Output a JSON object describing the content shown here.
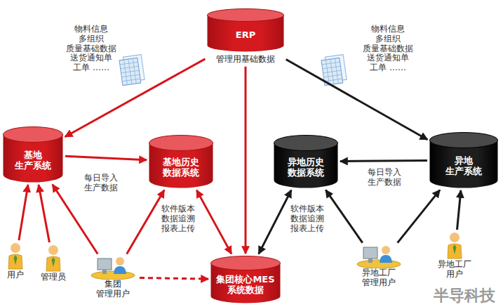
{
  "diagram": {
    "nodes": [
      {
        "text": [
          "ERP",
          "管理用基础数据"
        ]
      },
      {
        "text": [
          "基地 生产系统"
        ]
      },
      {
        "text": [
          "基地历史 数据系统"
        ]
      },
      {
        "text": [
          "异地历史 数据系统"
        ]
      },
      {
        "text": [
          "异地 生产系统"
        ]
      },
      {
        "text": [
          "用户"
        ]
      },
      {
        "text": [
          "管理员"
        ]
      },
      {
        "text": [
          "集团 管理用户"
        ]
      },
      {
        "text": [
          "集团核心MES 系统数据"
        ]
      },
      {
        "text": [
          "异地工厂 管理用户"
        ]
      },
      {
        "text": [
          "异地工厂 用户"
        ]
      }
    ],
    "edges": [
      {
        "from": 0,
        "to": 1,
        "arrow": "to",
        "label": "物料信息 多组织 质量基础数据 送货通知单 工单 ……"
      },
      {
        "from": 0,
        "to": 4,
        "arrow": "to",
        "label": "物料信息 多组织 质量基础数据 送货通知单 工单 ……"
      },
      {
        "from": 0,
        "to": 8,
        "arrow": "to"
      },
      {
        "from": 1,
        "to": 2,
        "arrow": "to",
        "label": "每日导入 生产数据"
      },
      {
        "from": 4,
        "to": 3,
        "arrow": "to",
        "label": "每日导入 生产数据"
      },
      {
        "from": 2,
        "to": 8,
        "arrow": "both",
        "label": "软件版本 数据追溯 报表上传"
      },
      {
        "from": 3,
        "to": 8,
        "arrow": "both",
        "label": "软件版本 数据追溯 报表上传"
      },
      {
        "from": 5,
        "to": 1,
        "arrow": "to"
      },
      {
        "from": 6,
        "to": 1,
        "arrow": "to"
      },
      {
        "from": 7,
        "to": 1,
        "arrow": "to"
      },
      {
        "from": 7,
        "to": 2,
        "arrow": "to"
      },
      {
        "from": 7,
        "to": 8,
        "arrow": "to"
      },
      {
        "from": 9,
        "to": 3,
        "arrow": "to"
      },
      {
        "from": 9,
        "to": 4,
        "arrow": "to"
      },
      {
        "from": 10,
        "to": 4,
        "arrow": "to"
      }
    ],
    "labels": [
      "半导科技"
    ]
  }
}
